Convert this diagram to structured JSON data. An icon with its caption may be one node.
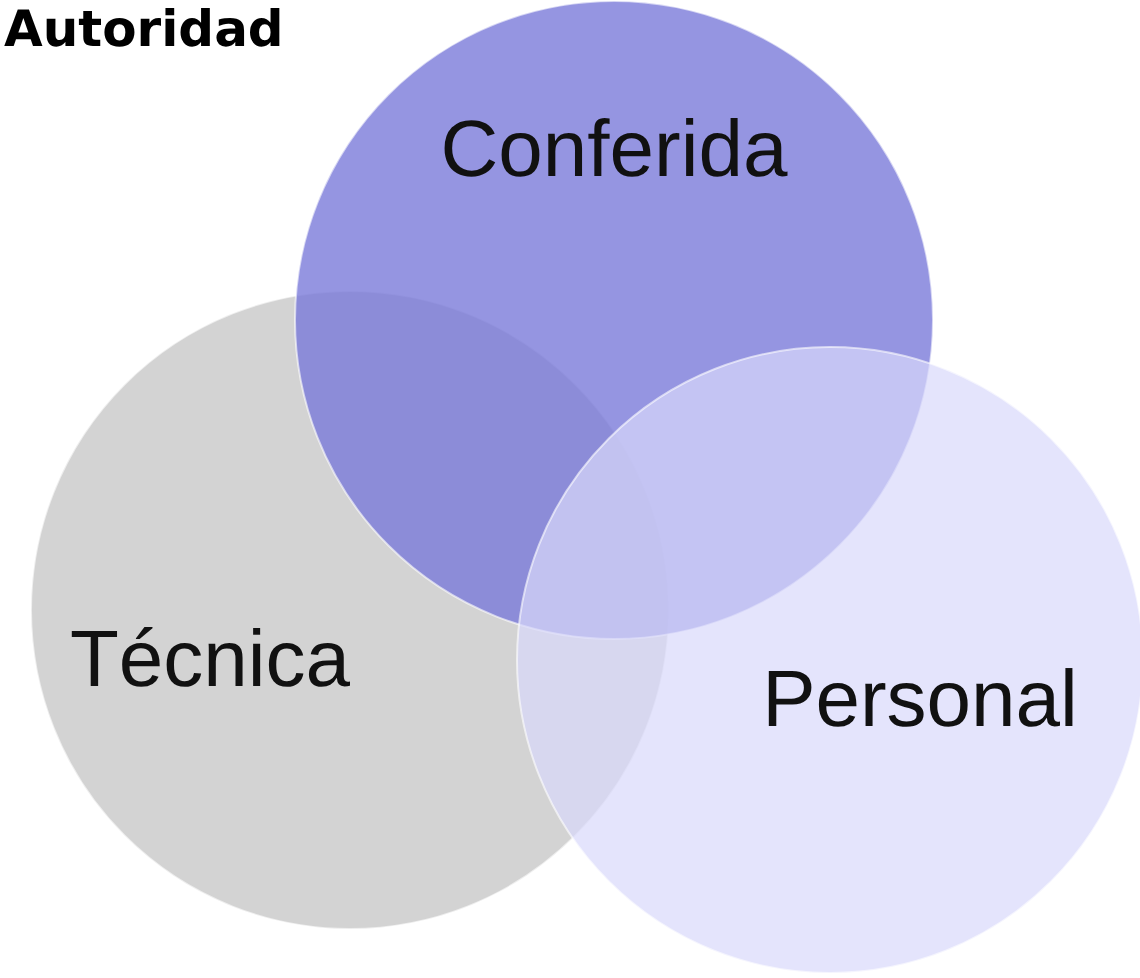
{
  "diagram": {
    "title": "Autoridad",
    "nodes": [
      {
        "text": [
          "Conferida"
        ]
      },
      {
        "text": [
          "Técnica"
        ]
      },
      {
        "text": [
          "Personal"
        ]
      }
    ]
  }
}
